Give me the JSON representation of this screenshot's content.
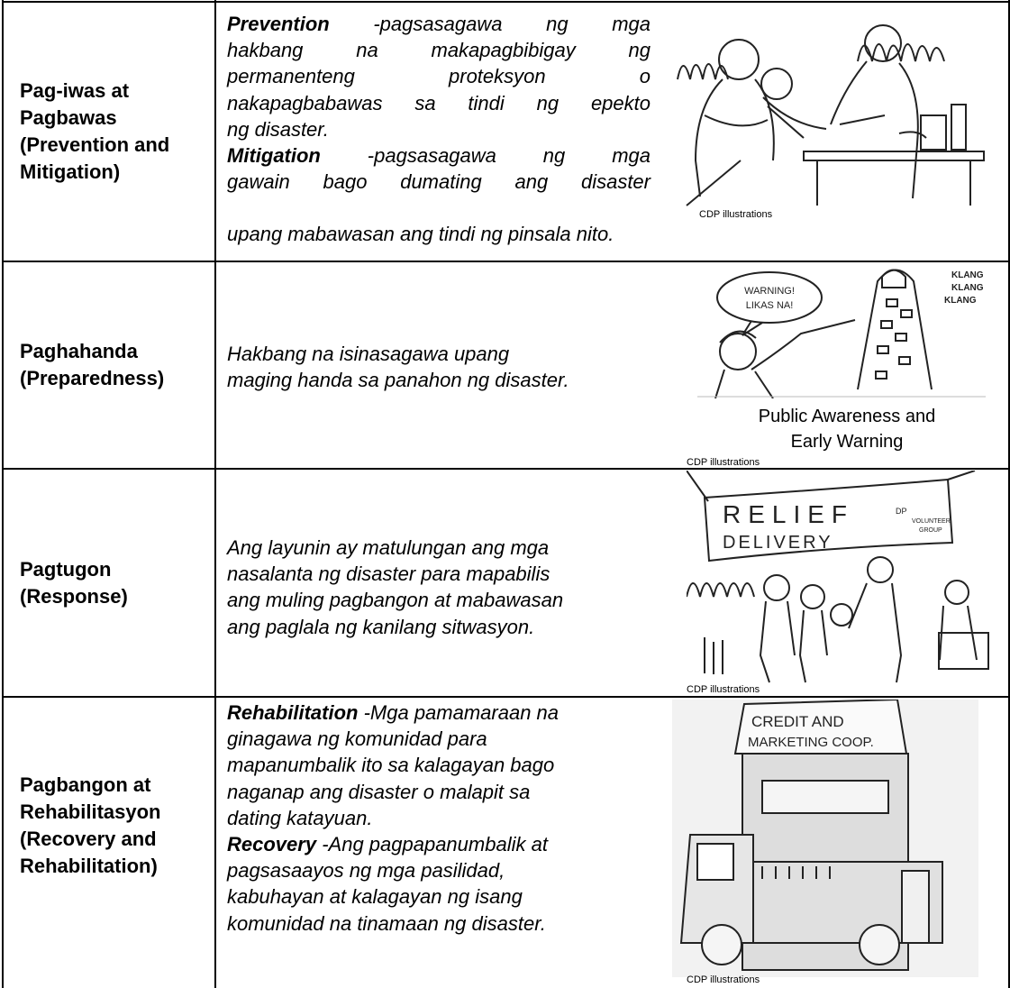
{
  "rows": [
    {
      "label": [
        "Pag-iwas at",
        "Pagbawas",
        "(Prevention and",
        "Mitigation)"
      ],
      "prevention_term": "Prevention",
      "prevention_lines": [
        "-pagsasagawa ng mga",
        "hakbang na makapagbibigay ng",
        "permanenteng proteksyon o",
        "nakapagbabawas sa tindi ng epekto",
        "ng disaster."
      ],
      "mitigation_term": "Mitigation",
      "mitigation_lines": [
        "-pagsasagawa ng mga",
        "gawain bago dumating ang disaster",
        "upang mabawasan ang tindi ng pinsala nito."
      ],
      "credit": "CDP illustrations"
    },
    {
      "label": [
        "Paghahanda",
        "(Preparedness)"
      ],
      "description": [
        "Hakbang na isinasagawa upang",
        "maging handa sa panahon ng disaster."
      ],
      "bubble_text": [
        "WARNING!",
        "LIKAS NA!"
      ],
      "bell_text": [
        "KLANG",
        "KLANG",
        "KLANG"
      ],
      "caption": [
        "Public Awareness and",
        "Early Warning"
      ],
      "credit": "CDP illustrations"
    },
    {
      "label": [
        "Pagtugon",
        "(Response)"
      ],
      "description": [
        "Ang layunin ay matulungan ang mga",
        "nasalanta ng disaster para mapabilis",
        "ang muling pagbangon at mabawasan",
        "ang paglala ng kanilang sitwasyon."
      ],
      "banner_text": [
        "RELIEF",
        "DELIVERY"
      ],
      "banner_small": [
        "DP",
        "VOLUNTEER",
        "GROUP"
      ],
      "credit": "CDP illustrations"
    },
    {
      "label": [
        "Pagbangon at",
        "Rehabilitasyon",
        "(Recovery and",
        "Rehabilitation)"
      ],
      "rehab_term": "Rehabilitation",
      "rehab_lines": [
        "-Mga pamamaraan na",
        "ginagawa ng komunidad para",
        "mapanumbalik ito sa kalagayan bago",
        "naganap ang disaster o malapit sa",
        "dating katayuan."
      ],
      "recovery_term": "Recovery",
      "recovery_lines": [
        "-Ang pagpapanumbalik at",
        "pagsasaayos ng mga pasilidad,",
        "kabuhayan at kalagayan ng isang",
        "komunidad na tinamaan ng disaster."
      ],
      "sign_text": [
        "CREDIT AND",
        "MARKETING COOP."
      ],
      "credit": "CDP illustrations"
    }
  ]
}
